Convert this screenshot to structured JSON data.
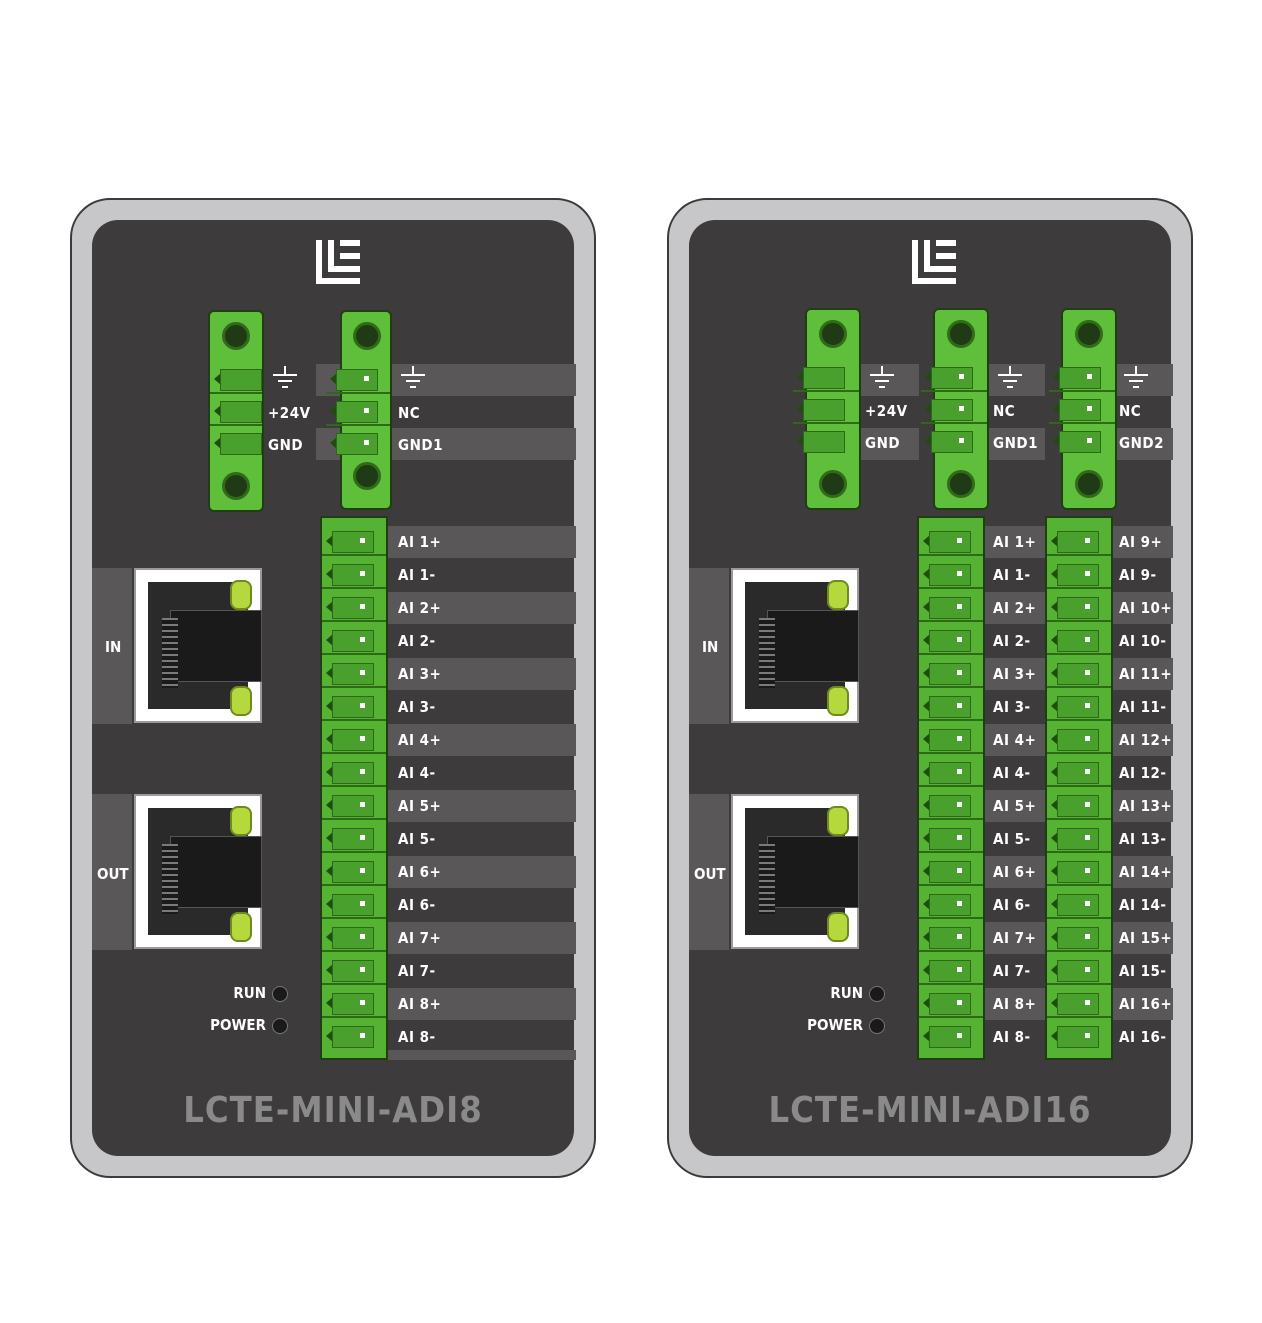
{
  "modules": [
    {
      "model": "LCTE-MINI-ADI8",
      "power": {
        "ground": "⏚",
        "labels": [
          "+24V",
          "GND"
        ]
      },
      "aux_blocks": [
        {
          "ground": "⏚",
          "labels": [
            "NC",
            "GND1"
          ]
        }
      ],
      "io_blocks": [
        {
          "labels": [
            "AI 1+",
            "AI 1-",
            "AI 2+",
            "AI 2-",
            "AI 3+",
            "AI 3-",
            "AI 4+",
            "AI 4-",
            "AI 5+",
            "AI 5-",
            "AI 6+",
            "AI 6-",
            "AI 7+",
            "AI 7-",
            "AI 8+",
            "AI 8-"
          ]
        }
      ],
      "ports": [
        {
          "label": "IN"
        },
        {
          "label": "OUT"
        }
      ],
      "status": [
        {
          "label": "RUN"
        },
        {
          "label": "POWER"
        }
      ]
    },
    {
      "model": "LCTE-MINI-ADI16",
      "power": {
        "ground": "⏚",
        "labels": [
          "+24V",
          "GND"
        ]
      },
      "aux_blocks": [
        {
          "ground": "⏚",
          "labels": [
            "NC",
            "GND1"
          ]
        },
        {
          "ground": "⏚",
          "labels": [
            "NC",
            "GND2"
          ]
        }
      ],
      "io_blocks": [
        {
          "labels": [
            "AI 1+",
            "AI 1-",
            "AI 2+",
            "AI 2-",
            "AI 3+",
            "AI 3-",
            "AI 4+",
            "AI 4-",
            "AI 5+",
            "AI 5-",
            "AI 6+",
            "AI 6-",
            "AI 7+",
            "AI 7-",
            "AI 8+",
            "AI 8-"
          ]
        },
        {
          "labels": [
            "AI 9+",
            "AI 9-",
            "AI 10+",
            "AI 10-",
            "AI 11+",
            "AI 11-",
            "AI 12+",
            "AI 12-",
            "AI 13+",
            "AI 13-",
            "AI 14+",
            "AI 14-",
            "AI 15+",
            "AI 15-",
            "AI 16+",
            "AI 16-"
          ]
        }
      ],
      "ports": [
        {
          "label": "IN"
        },
        {
          "label": "OUT"
        }
      ],
      "status": [
        {
          "label": "RUN"
        },
        {
          "label": "POWER"
        }
      ]
    }
  ]
}
